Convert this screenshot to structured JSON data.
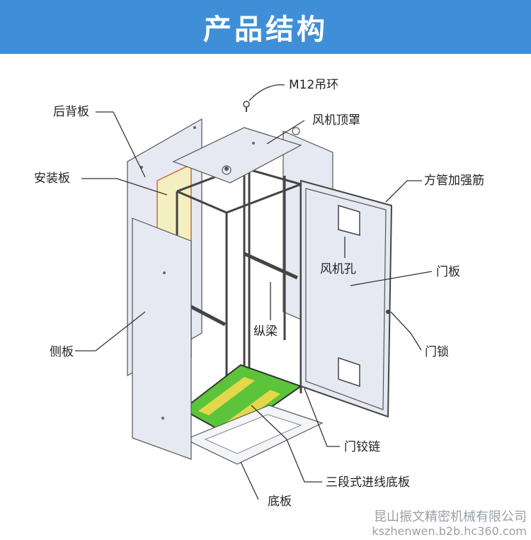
{
  "header": {
    "title": "产品结构"
  },
  "labels": {
    "lifting_ring": "M12吊环",
    "rear_panel": "后背板",
    "fan_top_cover": "风机顶罩",
    "mounting_plate": "安装板",
    "square_tube_reinforcement": "方管加强筋",
    "fan_hole": "风机孔",
    "door_panel": "门板",
    "longitudinal_beam": "纵梁",
    "side_panel": "侧板",
    "door_lock": "门锁",
    "door_hinge": "门铰链",
    "three_section_cable_entry_bottom_plate": "三段式进线底板",
    "bottom_plate": "底板"
  },
  "watermark": {
    "company": "昆山振文精密机械有限公司",
    "url": "kszhenwen.b2b.hc360.com"
  },
  "colors": {
    "banner": "#3f8fd8",
    "panel": "#e6e9f2",
    "mounting_plate": "#f4efc0",
    "floor_green": "#5cc43a",
    "floor_yellow": "#e3d84a",
    "line": "#333333"
  }
}
